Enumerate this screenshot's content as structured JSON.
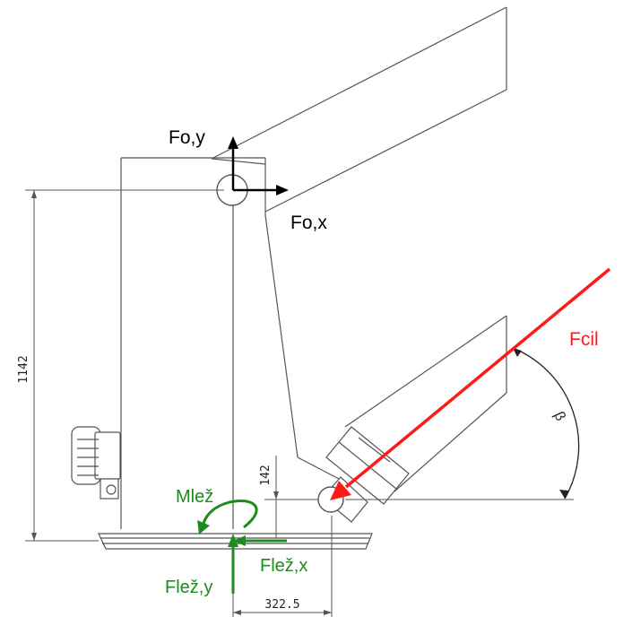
{
  "labels": {
    "fo_y": "Fo,y",
    "fo_x": "Fo,x",
    "fcil": "Fcil",
    "beta": "β",
    "mlez": "Mlež",
    "flez_x": "Flež,x",
    "flez_y": "Flež,y"
  },
  "dimensions": {
    "height_total": "1142",
    "height_small": "142",
    "width_bottom": "322.5"
  },
  "colors": {
    "line": "#555555",
    "force_black": "#000000",
    "force_red": "#ff1a1a",
    "bearing_green": "#1f8a1f"
  }
}
